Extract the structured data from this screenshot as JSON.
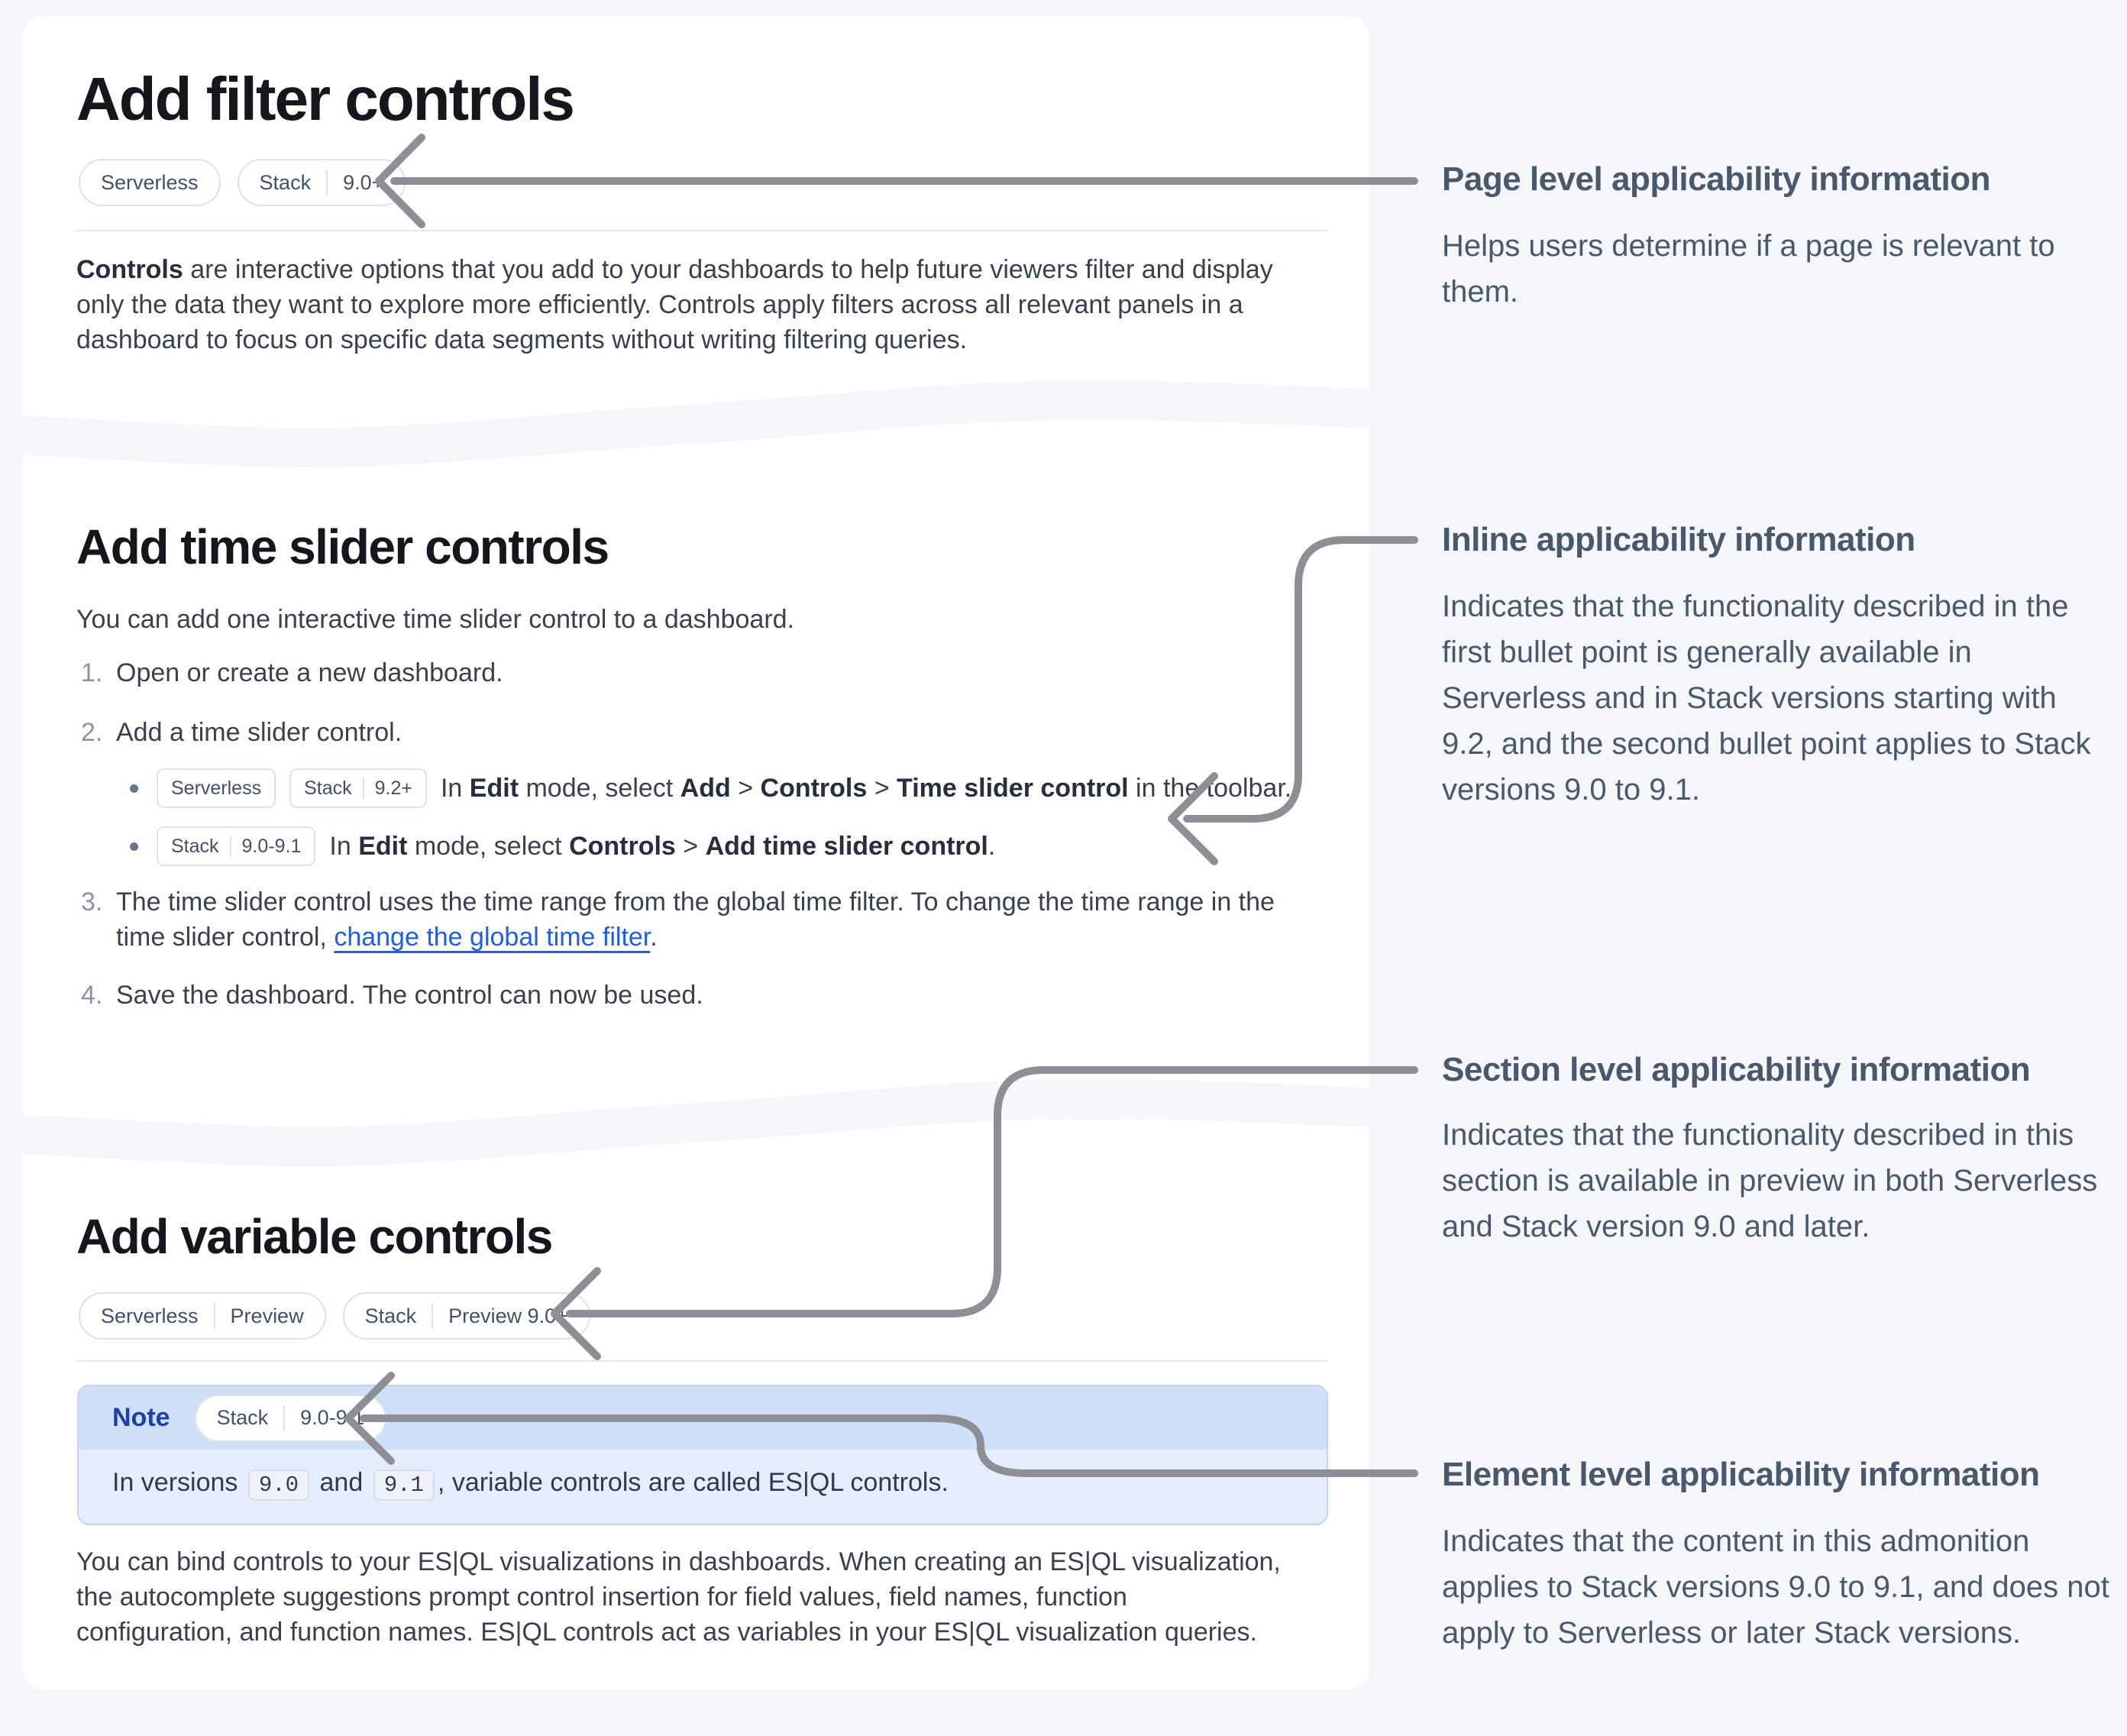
{
  "colors": {
    "background": "#f4f6fa",
    "card": "#ffffff",
    "arrow": "#8d8f94",
    "link": "#1f5ee8",
    "note_header": "#cfdff8",
    "note_body": "#e4edfc",
    "note_title_color": "#1d3faa",
    "badge_border": "#dbe2ee"
  },
  "sections": {
    "filter": {
      "title": "Add filter controls",
      "badges": [
        {
          "parts": [
            "Serverless"
          ]
        },
        {
          "parts": [
            "Stack",
            "9.0+"
          ]
        }
      ],
      "paragraph_runs": [
        [
          "Controls",
          "b"
        ],
        [
          " are interactive options that you add to your dashboards to help future viewers filter and display only the data they want to explore more efficiently. Controls apply filters across all relevant panels in a dashboard to focus on specific data segments without writing filtering queries.",
          ""
        ]
      ]
    },
    "time_slider": {
      "title": "Add time slider controls",
      "intro": "You can add one interactive time slider control to a dashboard.",
      "steps": [
        {
          "num": "1.",
          "runs": [
            [
              "Open or create a new dashboard.",
              ""
            ]
          ]
        },
        {
          "num": "2.",
          "runs": [
            [
              "Add a time slider control.",
              ""
            ]
          ]
        },
        {
          "num": "3.",
          "runs": [
            [
              "The time slider control uses the time range from the global time filter. To change the time range in the time slider control, ",
              ""
            ],
            [
              "change the global time filter",
              "l"
            ],
            [
              ".",
              ""
            ]
          ]
        },
        {
          "num": "4.",
          "runs": [
            [
              "Save the dashboard. The control can now be used.",
              ""
            ]
          ]
        }
      ],
      "bullets": [
        {
          "badges": [
            {
              "parts": [
                "Serverless"
              ]
            },
            {
              "parts": [
                "Stack",
                "9.2+"
              ]
            }
          ],
          "runs": [
            [
              "In ",
              ""
            ],
            [
              "Edit",
              "b"
            ],
            [
              " mode, select ",
              ""
            ],
            [
              "Add",
              "b"
            ],
            [
              " > ",
              ""
            ],
            [
              "Controls",
              "b"
            ],
            [
              " > ",
              ""
            ],
            [
              "Time slider control",
              "b"
            ],
            [
              " in the toolbar.",
              ""
            ]
          ]
        },
        {
          "badges": [
            {
              "parts": [
                "Stack",
                "9.0-9.1"
              ]
            }
          ],
          "runs": [
            [
              "In ",
              ""
            ],
            [
              "Edit",
              "b"
            ],
            [
              " mode, select ",
              ""
            ],
            [
              "Controls",
              "b"
            ],
            [
              " > ",
              ""
            ],
            [
              "Add time slider control",
              "b"
            ],
            [
              ".",
              ""
            ]
          ]
        }
      ]
    },
    "variable": {
      "title": "Add variable controls",
      "badges": [
        {
          "parts": [
            "Serverless",
            "Preview"
          ]
        },
        {
          "parts": [
            "Stack",
            "Preview 9.0+"
          ]
        }
      ],
      "note": {
        "label": "Note",
        "badge": {
          "parts": [
            "Stack",
            "9.0-9.1"
          ]
        },
        "runs": [
          [
            "In versions ",
            ""
          ],
          [
            "9.0",
            "c"
          ],
          [
            " and ",
            ""
          ],
          [
            "9.1",
            "c"
          ],
          [
            ", variable controls are called ES|QL controls.",
            ""
          ]
        ]
      },
      "paragraph": "You can bind controls to your ES|QL visualizations in dashboards. When creating an ES|QL visualization, the autocomplete suggestions prompt control insertion for field values, field names, function configuration, and function names. ES|QL controls act as variables in your ES|QL visualization queries."
    }
  },
  "annotations": [
    {
      "title": "Page level applicability information",
      "body": "Helps users determine if a page is relevant to them."
    },
    {
      "title": "Inline applicability information",
      "body": "Indicates that the functionality described in the first bullet point is generally available in Serverless and in Stack versions starting with 9.2, and the second bullet point applies to Stack versions 9.0 to 9.1."
    },
    {
      "title": "Section level applicability information",
      "body": "Indicates that the functionality described in this section is available in preview in both Serverless and Stack version 9.0 and later."
    },
    {
      "title": "Element level applicability information",
      "body": "Indicates that the content in this admonition applies to Stack versions 9.0 to 9.1, and does not apply to Serverless or later Stack versions."
    }
  ]
}
